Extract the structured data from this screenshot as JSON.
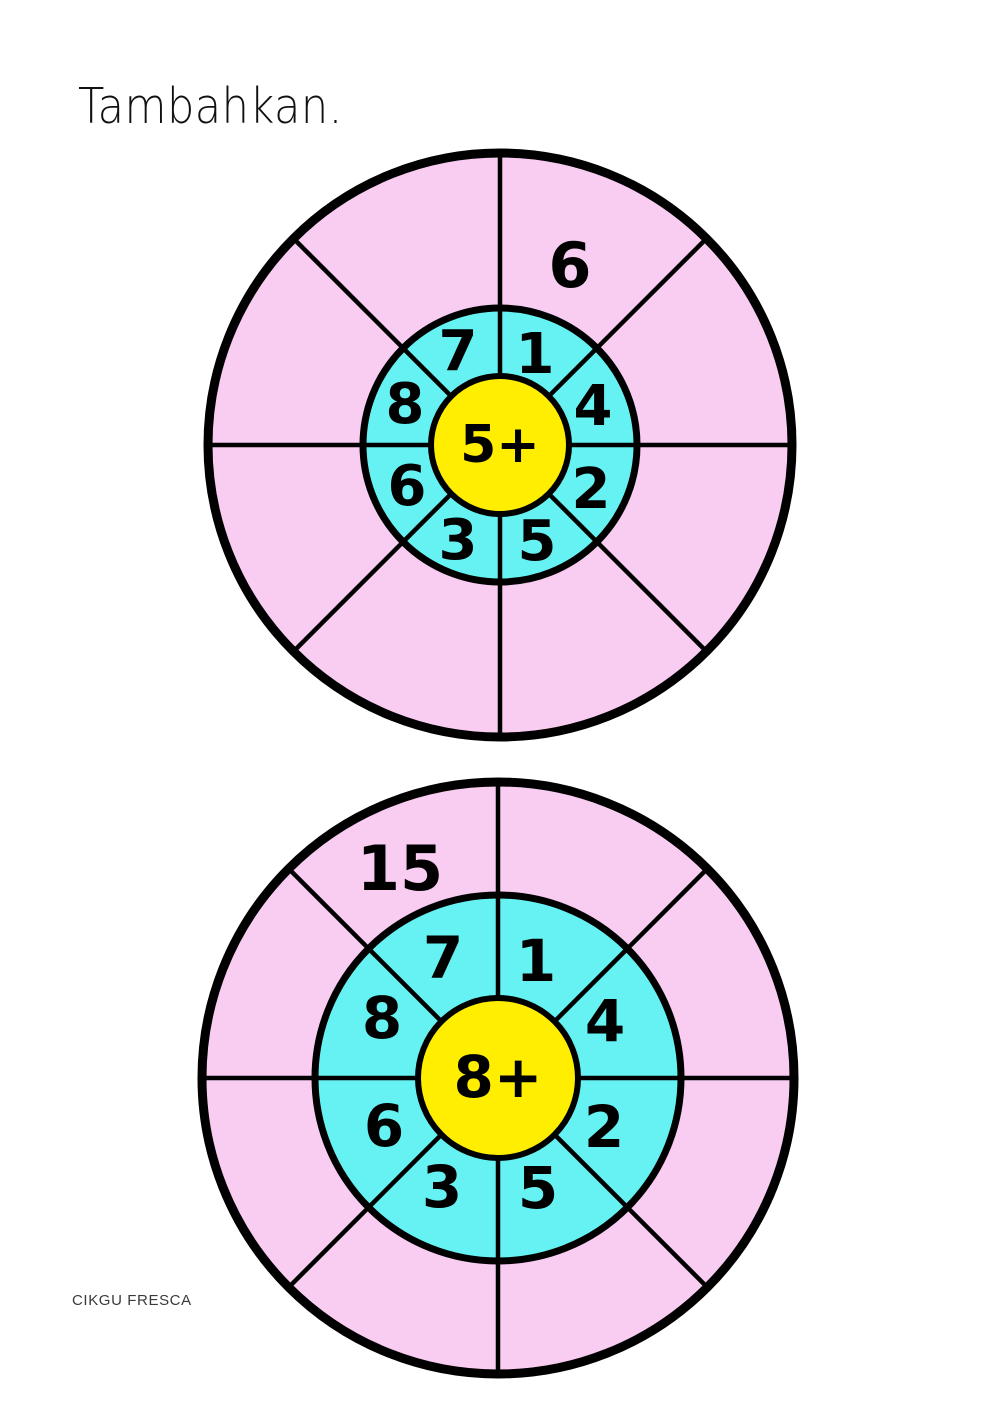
{
  "page": {
    "title": "Tambahkan.",
    "watermark": "CIKGU FRESCA",
    "background_color": "#ffffff"
  },
  "colors": {
    "outer_ring": "#F9CCF2",
    "inner_ring": "#66F2F2",
    "center_hub": "#FFEE00",
    "stroke": "#000000",
    "text": "#000000"
  },
  "wheels": [
    {
      "id": "wheel-1",
      "center_label": "5+",
      "operator": "+",
      "operand": "5",
      "inner_ring": [
        {
          "position": "top-right",
          "label": "1"
        },
        {
          "position": "right-upper",
          "label": "4"
        },
        {
          "position": "right-lower",
          "label": "2"
        },
        {
          "position": "bottom-right",
          "label": "5"
        },
        {
          "position": "bottom-left",
          "label": "3"
        },
        {
          "position": "left-lower",
          "label": "6"
        },
        {
          "position": "left-upper",
          "label": "8"
        },
        {
          "position": "top-left",
          "label": "7"
        }
      ],
      "outer_ring": [
        {
          "position": "top-right",
          "label": "6"
        },
        {
          "position": "right-upper",
          "label": ""
        },
        {
          "position": "right-lower",
          "label": ""
        },
        {
          "position": "bottom-right",
          "label": ""
        },
        {
          "position": "bottom-left",
          "label": ""
        },
        {
          "position": "left-lower",
          "label": ""
        },
        {
          "position": "left-upper",
          "label": ""
        },
        {
          "position": "top-left",
          "label": ""
        }
      ]
    },
    {
      "id": "wheel-2",
      "center_label": "8+",
      "operator": "+",
      "operand": "8",
      "inner_ring": [
        {
          "position": "top-right",
          "label": "1"
        },
        {
          "position": "right-upper",
          "label": "4"
        },
        {
          "position": "right-lower",
          "label": "2"
        },
        {
          "position": "bottom-right",
          "label": "5"
        },
        {
          "position": "bottom-left",
          "label": "3"
        },
        {
          "position": "left-lower",
          "label": "6"
        },
        {
          "position": "left-upper",
          "label": "8"
        },
        {
          "position": "top-left",
          "label": "7"
        }
      ],
      "outer_ring": [
        {
          "position": "top-right",
          "label": ""
        },
        {
          "position": "right-upper",
          "label": ""
        },
        {
          "position": "right-lower",
          "label": ""
        },
        {
          "position": "bottom-right",
          "label": ""
        },
        {
          "position": "bottom-left",
          "label": ""
        },
        {
          "position": "left-lower",
          "label": ""
        },
        {
          "position": "left-upper",
          "label": ""
        },
        {
          "position": "top-left",
          "label": "15"
        }
      ]
    }
  ]
}
